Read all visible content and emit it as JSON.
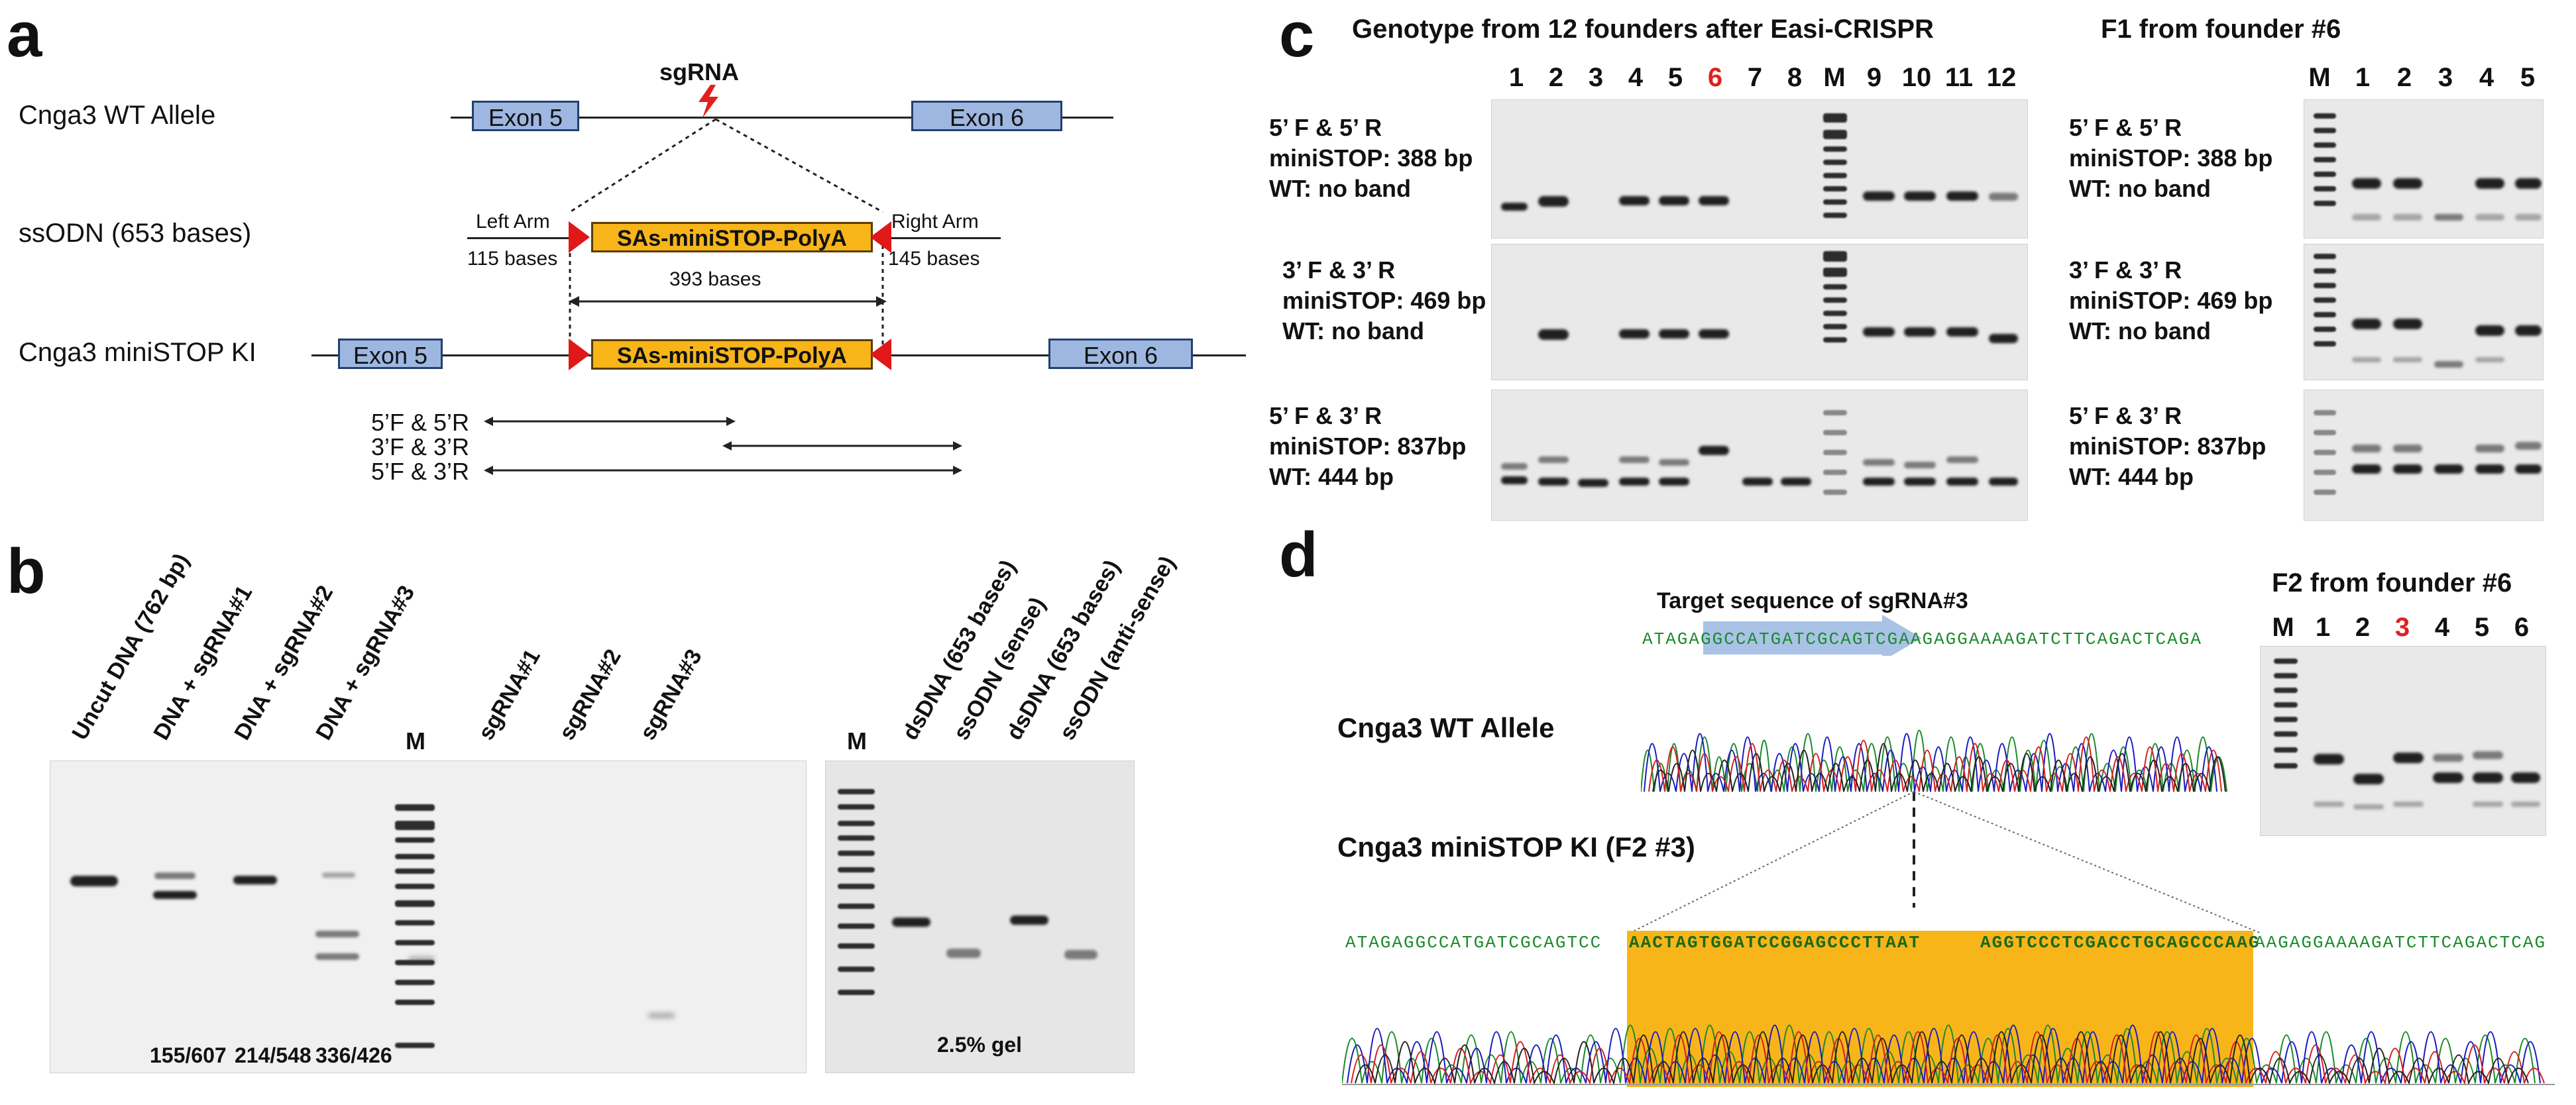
{
  "panel_a": {
    "label": "a",
    "rows": [
      "Cnga3 WT Allele",
      "ssODN (653 bases)",
      "Cnga3 miniSTOP KI"
    ],
    "sgrna": "sgRNA",
    "exon5": "Exon 5",
    "exon6": "Exon 6",
    "left_arm": "Left Arm",
    "right_arm": "Right Arm",
    "left_len": "115 bases",
    "right_len": "145 bases",
    "insert": "SAs-miniSTOP-PolyA",
    "span": "393 bases",
    "primers": [
      "5’F & 5’R",
      "3’F & 3’R",
      "5’F & 3’R"
    ]
  },
  "panel_b": {
    "label": "b",
    "left_lanes": [
      "Uncut DNA (762 bp)",
      "DNA + sgRNA#1",
      "DNA + sgRNA#2",
      "DNA + sgRNA#3",
      "M",
      "sgRNA#1",
      "sgRNA#2",
      "sgRNA#3"
    ],
    "fragments": [
      "155/607",
      "214/548",
      "336/426"
    ],
    "right_lanes": [
      "M",
      "dsDNA (653 bases)",
      "ssODN (sense)",
      "dsDNA (653 bases)",
      "ssODN (anti-sense)"
    ],
    "gel_note": "2.5% gel"
  },
  "panel_c": {
    "label": "c",
    "title_left": "Genotype from 12 founders after Easi-CRISPR",
    "title_right": "F1 from founder #6",
    "lanes_left": [
      "1",
      "2",
      "3",
      "4",
      "5",
      "6",
      "7",
      "8",
      "M",
      "9",
      "10",
      "11",
      "12"
    ],
    "lanes_right": [
      "M",
      "1",
      "2",
      "3",
      "4",
      "5"
    ],
    "highlight_color": "#e0201c",
    "rows": [
      {
        "primer": "5’ F & 5’ R",
        "line2": "miniSTOP: 388 bp",
        "line3": "WT: no band"
      },
      {
        "primer": "3’ F & 3’ R",
        "line2": "miniSTOP: 469 bp",
        "line3": "WT: no band"
      },
      {
        "primer": "5’ F & 3’ R",
        "line2": "miniSTOP: 837bp",
        "line3": "WT: 444 bp"
      }
    ]
  },
  "panel_d": {
    "label": "d",
    "target": "Target sequence of sgRNA#3",
    "wt": "Cnga3 WT Allele",
    "ki": "Cnga3 miniSTOP KI (F2 #3)",
    "wt_seq": "ATAGAGGCCATGATCGCAGTCGAAGAGGAAAAGATCTTCAGACTCAGA",
    "ki_seq_left": "ATAGAGGCCATGATCGCAGTCC",
    "ki_seq_ins1": "AACTAGTGGATCCGGAGCCCTTAAT",
    "ki_seq_ins2": "AGGTCCCTCGACCTGCAGCCCAAG",
    "ki_seq_right": "AAGAGGAAAAGATCTTCAGACTCAG",
    "f2_title": "F2 from founder #6",
    "f2_lanes": [
      "M",
      "1",
      "2",
      "3",
      "4",
      "5",
      "6"
    ],
    "insert_color": "#f7b51a"
  }
}
